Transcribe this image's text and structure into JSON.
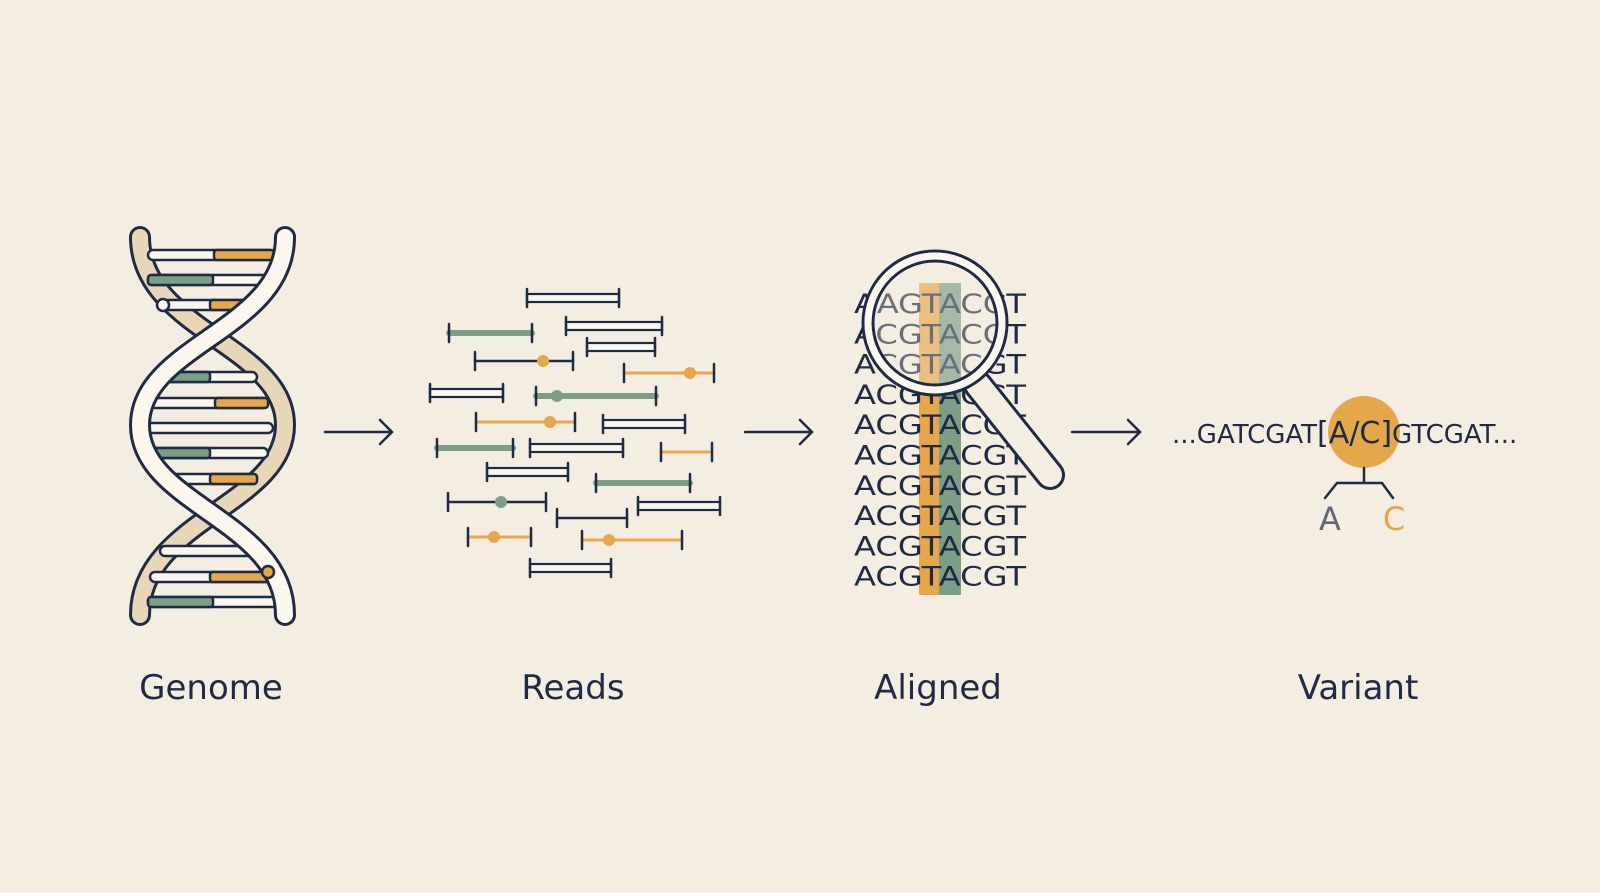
{
  "colors": {
    "background": "#f4ede1",
    "ink": "#1f2a44",
    "orange": "#e6a74a",
    "green": "#7a9e86",
    "cream": "#e8d6b8",
    "white": "#fbf7ef",
    "grey": "#5f6777"
  },
  "stages": [
    {
      "id": "genome",
      "label": "Genome"
    },
    {
      "id": "reads",
      "label": "Reads"
    },
    {
      "id": "aligned",
      "label": "Aligned"
    },
    {
      "id": "variant",
      "label": "Variant"
    }
  ],
  "aligned": {
    "rows": [
      "AAGTACGT",
      "ACGTACGT",
      "ACGTACGT",
      "ACGTACGT",
      "ACGTACGT",
      "ACGTACGT",
      "ACGTACGT",
      "ACGTACGT",
      "ACGTACGT",
      "ACGTACGT"
    ],
    "highlight_columns": [
      {
        "index": 3,
        "color": "orange"
      },
      {
        "index": 4,
        "color": "green"
      }
    ]
  },
  "variant": {
    "prefix": "...GATCGAT",
    "site": "[A/C]",
    "suffix": "GTCGAT...",
    "alleles": [
      {
        "label": "A",
        "color": "grey"
      },
      {
        "label": "C",
        "color": "orange"
      }
    ]
  },
  "icons": [
    "dna-helix-icon",
    "arrow-right-icon",
    "magnifier-icon"
  ]
}
